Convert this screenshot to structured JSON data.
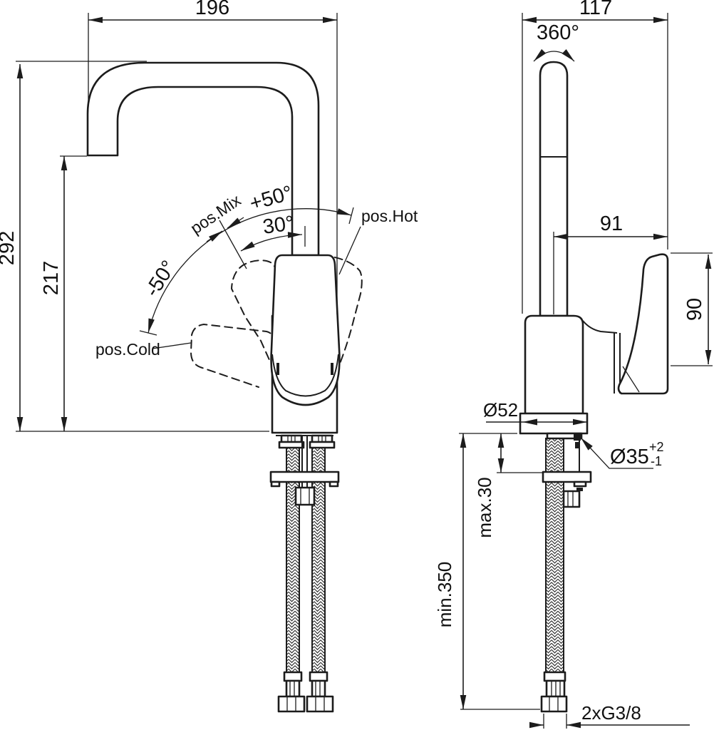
{
  "drawing": {
    "front_view": {
      "width": "196",
      "height_total": "292",
      "spout_height": "217",
      "angle_plus": "+50°",
      "angle_mid": "30°",
      "angle_minus": "-50°",
      "pos_mix": "pos.Mix",
      "pos_hot": "pos.Hot",
      "pos_cold": "pos.Cold"
    },
    "side_view": {
      "depth": "117",
      "swivel": "360°",
      "handle_reach": "91",
      "handle_height": "90",
      "base_diameter": "Ø52",
      "hole_diameter": "Ø35",
      "hole_tol_plus": "+2",
      "hole_tol_minus": "-1",
      "deck_max": "max.30",
      "hose_min": "min.350",
      "thread": "2xG3/8"
    },
    "colors": {
      "line": "#1c1c1c",
      "text": "#111111",
      "background": "#ffffff"
    }
  }
}
